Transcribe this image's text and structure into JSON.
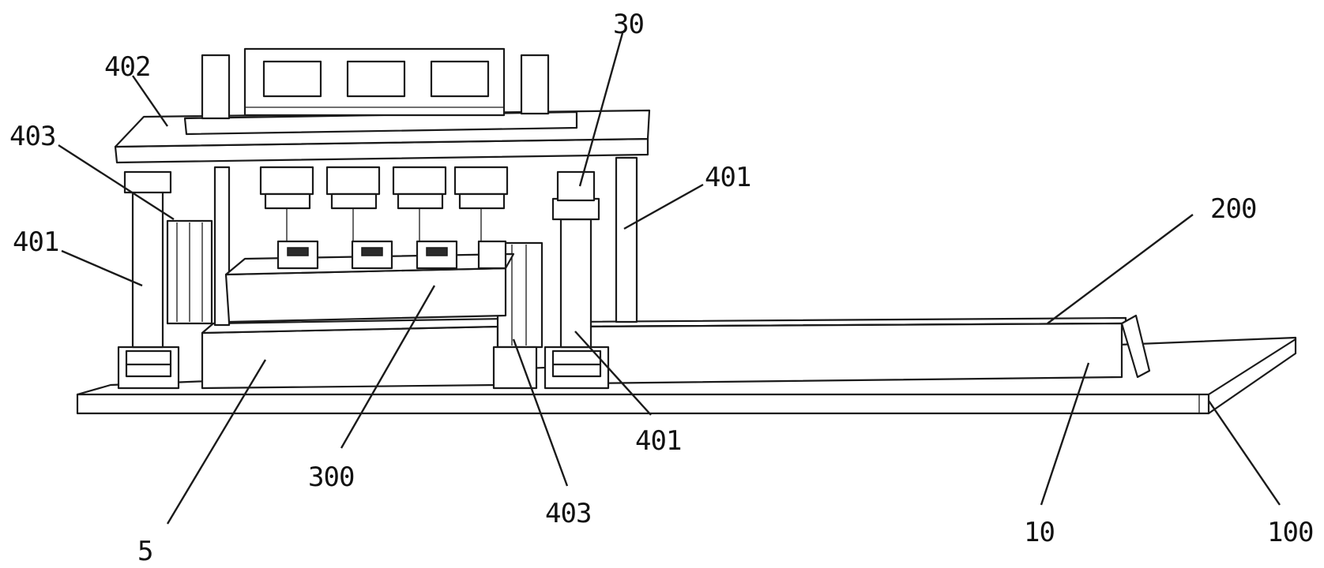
{
  "labels": {
    "l402": "402",
    "l403_left": "403",
    "l401_left": "401",
    "l30": "30",
    "l401_right": "401",
    "l200": "200",
    "l300": "300",
    "l5": "5",
    "l403_bottom": "403",
    "l401_bottom": "401",
    "l10": "10",
    "l100": "100"
  }
}
